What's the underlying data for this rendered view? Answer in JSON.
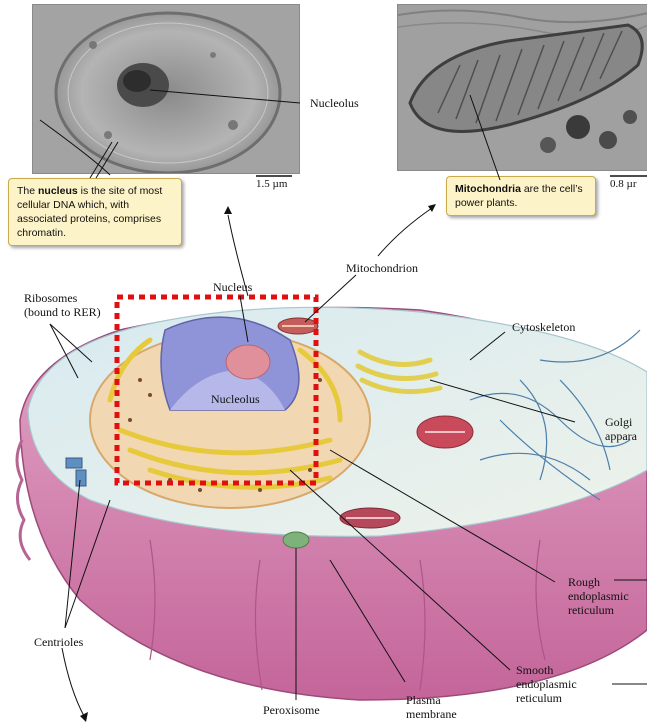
{
  "micrographs": {
    "nucleus": {
      "nucleolus_label": "Nucleolus",
      "scale_bar": "1.5 µm",
      "caption": {
        "prefix": "The ",
        "term": "nucleus",
        "suffix": " is the site of most cellular DNA which, with associated proteins, comprises chromatin."
      }
    },
    "mitochondria": {
      "scale_bar": "0.8 µr",
      "caption": {
        "term": "Mitochondria",
        "suffix": " are the cell’s power plants."
      }
    }
  },
  "labels": {
    "nucleus": "Nucleus",
    "mitochondrion": "Mitochondrion",
    "ribosomes_line1": "Ribosomes",
    "ribosomes_line2": "(bound to RER)",
    "cytoskeleton": "Cytoskeleton",
    "nucleolus": "Nucleolus",
    "golgi_line1": "Golgi",
    "golgi_line2": "appara",
    "rough_er_line1": "Rough",
    "rough_er_line2": "endoplasmic",
    "rough_er_line3": "reticulum",
    "smooth_er_line1": "Smooth",
    "smooth_er_line2": "endoplasmic",
    "smooth_er_line3": "reticulum",
    "centrioles": "Centrioles",
    "peroxisome": "Peroxisome",
    "plasma_membrane_line1": "Plasma",
    "plasma_membrane_line2": "membrane"
  },
  "colors": {
    "highlight_box": "#e01010",
    "callout_fill": "#fdf3c8",
    "cell_membrane": "#d27aa8",
    "nucleus": "#8f94d8",
    "nucleolus": "#e0909a",
    "rough_er": "#e7c93c"
  }
}
